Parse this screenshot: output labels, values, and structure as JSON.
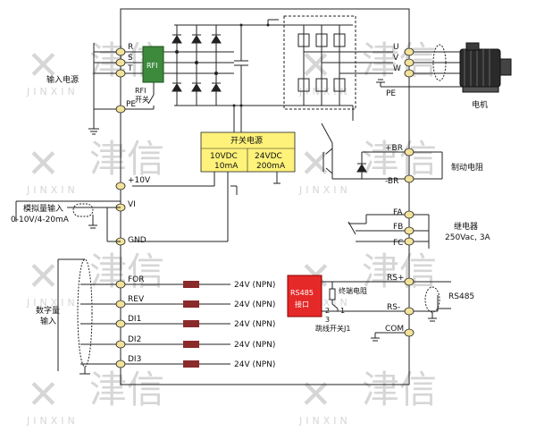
{
  "watermark": {
    "cn": "津信",
    "en": "JINXIN"
  },
  "input_power": {
    "label": "输入电源",
    "terminals": [
      "R",
      "S",
      "T",
      "PE"
    ],
    "rfi": {
      "box": "RFI",
      "switch_line1": "RFI",
      "switch_line2": "开关"
    }
  },
  "motor": {
    "label": "电机",
    "terminals": [
      "U",
      "V",
      "W"
    ],
    "ground": "PE"
  },
  "smps": {
    "title": "开关电源",
    "out1_v": "10VDC",
    "out1_i": "10mA",
    "out2_v": "24VDC",
    "out2_i": "200mA"
  },
  "brake": {
    "terminals": [
      "+BR",
      "-BR"
    ],
    "label": "制动电阻"
  },
  "control_left": {
    "plus10v": "+10V",
    "vi": "VI",
    "gnd": "GND",
    "analog_label_line1": "模拟量输入",
    "analog_label_line2": "0-10V/4-20mA",
    "digital_label_line1": "数字量",
    "digital_label_line2": "输入",
    "inputs": [
      {
        "name": "FOR",
        "value": "24V (NPN)"
      },
      {
        "name": "REV",
        "value": "24V (NPN)"
      },
      {
        "name": "DI1",
        "value": "24V (NPN)"
      },
      {
        "name": "DI2",
        "value": "24V (NPN)"
      },
      {
        "name": "DI3",
        "value": "24V (NPN)"
      }
    ]
  },
  "relay": {
    "terminals": [
      "FA",
      "FB",
      "FC"
    ],
    "label_line1": "继电器",
    "label_line2": "250Vac, 3A"
  },
  "rs485": {
    "box_line1": "RS485",
    "box_line2": "接口",
    "term_resistor": "终端电阻",
    "pin2": "2",
    "pin3": "3",
    "pin1": "1",
    "jumper": "跳线开关J1",
    "terminals": [
      "RS+",
      "RS-",
      "COM"
    ],
    "label": "RS485"
  },
  "colors": {
    "rfi_green": "#3d8a3d",
    "smps_yellow": "#fff27a",
    "rs485_red": "#e52929",
    "resistor": "#8b2a2a",
    "terminal": "#f2e29a"
  }
}
